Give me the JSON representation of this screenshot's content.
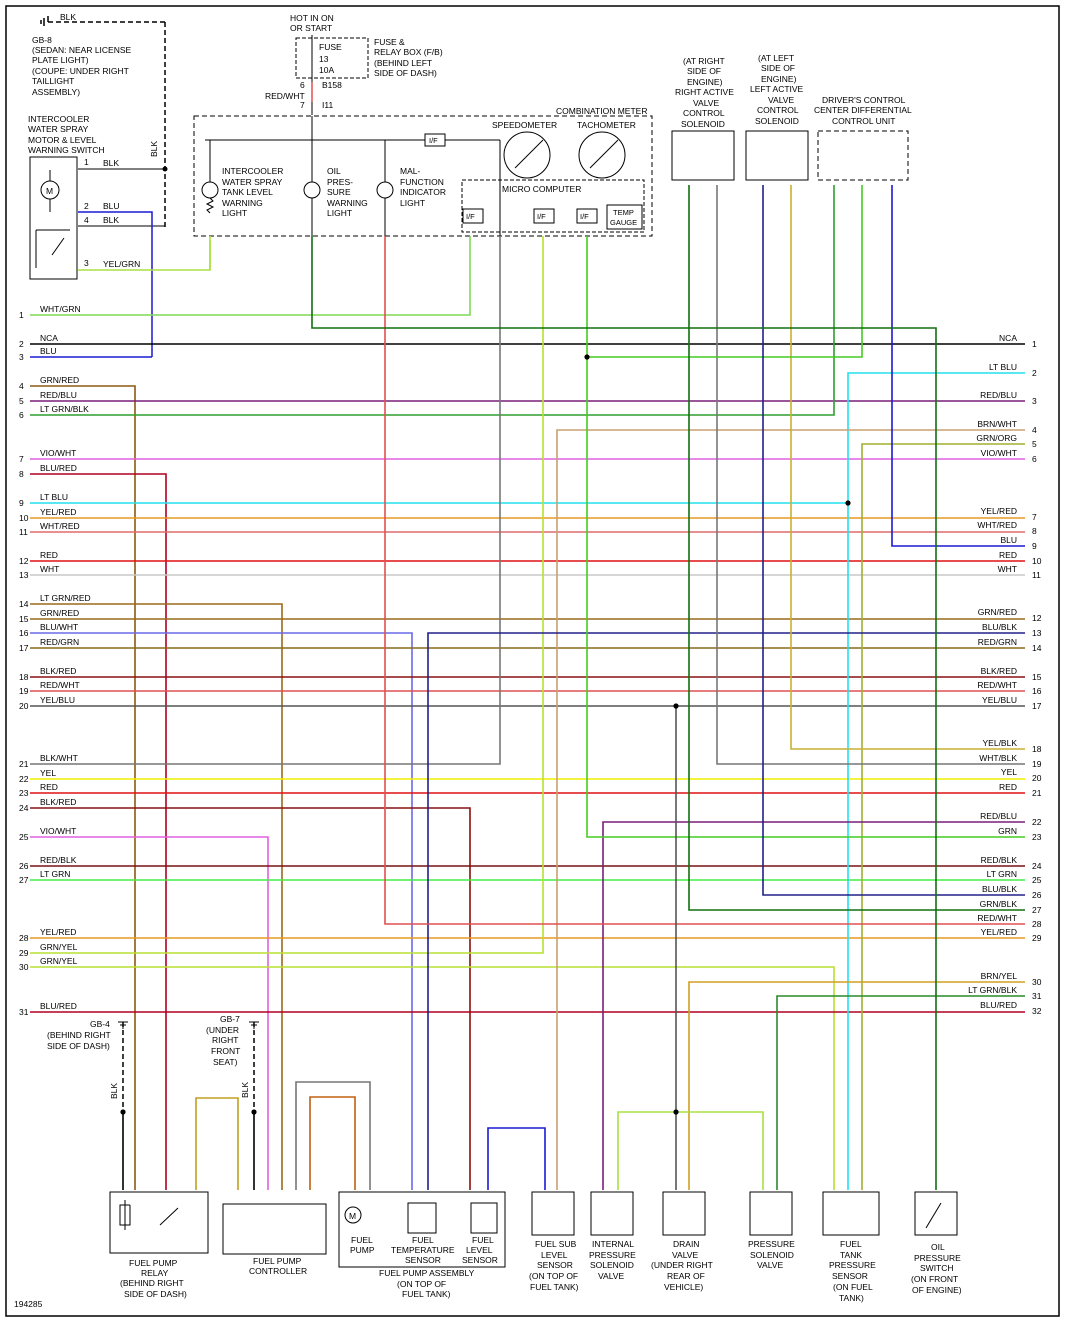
{
  "diagram_id": "194285",
  "colors": {
    "WHT/GRN": "#7ed957",
    "NCA": "#000000",
    "BLU": "#1a1ad6",
    "GRN/RED": "#8b5a12",
    "RED/BLU": "#7a1f7a",
    "LT GRN/BLK": "#2e9e2e",
    "VIO/WHT": "#e060e0",
    "BLU/RED": "#b00020",
    "LT BLU": "#22e0ee",
    "YEL/RED": "#e89a20",
    "WHT/RED": "#e06a6a",
    "RED": "#e01010",
    "WHT": "#c8c8c8",
    "GRN/RED2": "#9a6a1a",
    "BLU/WHT": "#6a6ae8",
    "RED/GRN": "#8a6a1a",
    "BLK/RED": "#8a1010",
    "RED/WHT": "#e05050",
    "YEL/BLU": "#555555",
    "BLK/WHT": "#777777",
    "YEL": "#f0f000",
    "RED/BLK": "#7a1010",
    "LT GRN": "#44ee44",
    "GRN/YEL": "#b8e030",
    "GRN": "#44cc22",
    "BRN/WHT": "#c8a070",
    "GRN/ORG": "#a0b030",
    "YEL/BLK": "#c8b030",
    "BLU/BLK": "#20208a",
    "GRN/BLK": "#107010",
    "BRN/YEL": "#d0a020",
    "LT GRN/BLK2": "#2a8a2a",
    "YEL/GRN": "#a8e040",
    "BLK/YEL": "#c0a020",
    "BLK/ORG": "#c06010",
    "GRN/WHT": "#6ab06a",
    "BLK": "#000000"
  },
  "top": {
    "blk_label": "BLK",
    "gb8": [
      "GB-8",
      "(SEDAN: NEAR LICENSE",
      "PLATE LIGHT)",
      "(COUPE: UNDER RIGHT",
      "TAILLIGHT",
      "ASSEMBLY)"
    ],
    "hot": [
      "HOT IN ON",
      "OR START"
    ],
    "fuse": [
      "FUSE",
      "13",
      "10A"
    ],
    "fuse_box": [
      "FUSE &",
      "RELAY BOX (F/B)",
      "(BEHIND LEFT",
      "SIDE OF DASH)"
    ],
    "b158": "B158",
    "pin6": "6",
    "pin7": "7",
    "red_wht": "RED/WHT",
    "i11": "I11",
    "intercooler_switch": [
      "INTERCOOLER",
      "WATER SPRAY",
      "MOTOR & LEVEL",
      "WARNING SWITCH"
    ],
    "combination_meter": "COMBINATION METER",
    "speedometer": "SPEEDOMETER",
    "tachometer": "TACHOMETER",
    "micro_computer": "MICRO COMPUTER",
    "temp_gauge": [
      "TEMP",
      "GAUGE"
    ],
    "if_label": "I/F",
    "intercooler_light": [
      "INTERCOOLER",
      "WATER SPRAY",
      "TANK LEVEL",
      "WARNING",
      "LIGHT"
    ],
    "oil_light": [
      "OIL",
      "PRES-",
      "SURE",
      "WARNING",
      "LIGHT"
    ],
    "mal_light": [
      "MAL-",
      "FUNCTION",
      "INDICATOR",
      "LIGHT"
    ],
    "right_solenoid": [
      "(AT RIGHT",
      "SIDE OF",
      "ENGINE)",
      "RIGHT ACTIVE",
      "VALVE",
      "CONTROL",
      "SOLENOID"
    ],
    "left_solenoid": [
      "(AT LEFT",
      "SIDE OF",
      "ENGINE)",
      "LEFT ACTIVE",
      "VALVE",
      "CONTROL",
      "SOLENOID"
    ],
    "diff_control": [
      "DRIVER'S CONTROL",
      "CENTER DIFFERENTIAL",
      "CONTROL UNIT"
    ]
  },
  "left_wires": [
    {
      "n": "1",
      "label": "WHT/GRN"
    },
    {
      "n": "2",
      "label": "NCA"
    },
    {
      "n": "3",
      "label": "BLU"
    },
    {
      "n": "4",
      "label": "GRN/RED"
    },
    {
      "n": "5",
      "label": "RED/BLU"
    },
    {
      "n": "6",
      "label": "LT GRN/BLK"
    },
    {
      "n": "7",
      "label": "VIO/WHT"
    },
    {
      "n": "8",
      "label": "BLU/RED"
    },
    {
      "n": "9",
      "label": "LT BLU"
    },
    {
      "n": "10",
      "label": "YEL/RED"
    },
    {
      "n": "11",
      "label": "WHT/RED"
    },
    {
      "n": "12",
      "label": "RED"
    },
    {
      "n": "13",
      "label": "WHT"
    },
    {
      "n": "14",
      "label": "LT GRN/RED"
    },
    {
      "n": "15",
      "label": "GRN/RED"
    },
    {
      "n": "16",
      "label": "BLU/WHT"
    },
    {
      "n": "17",
      "label": "RED/GRN"
    },
    {
      "n": "18",
      "label": "BLK/RED"
    },
    {
      "n": "19",
      "label": "RED/WHT"
    },
    {
      "n": "20",
      "label": "YEL/BLU"
    },
    {
      "n": "21",
      "label": "BLK/WHT"
    },
    {
      "n": "22",
      "label": "YEL"
    },
    {
      "n": "23",
      "label": "RED"
    },
    {
      "n": "24",
      "label": "BLK/RED"
    },
    {
      "n": "25",
      "label": "VIO/WHT"
    },
    {
      "n": "26",
      "label": "RED/BLK"
    },
    {
      "n": "27",
      "label": "LT GRN"
    },
    {
      "n": "28",
      "label": "YEL/RED"
    },
    {
      "n": "29",
      "label": "GRN/YEL"
    },
    {
      "n": "30",
      "label": "GRN/YEL"
    },
    {
      "n": "31",
      "label": "BLU/RED"
    }
  ],
  "right_wires": [
    {
      "n": "1",
      "label": "NCA"
    },
    {
      "n": "2",
      "label": "LT BLU"
    },
    {
      "n": "3",
      "label": "RED/BLU"
    },
    {
      "n": "4",
      "label": "BRN/WHT"
    },
    {
      "n": "5",
      "label": "GRN/ORG"
    },
    {
      "n": "6",
      "label": "VIO/WHT"
    },
    {
      "n": "7",
      "label": "YEL/RED"
    },
    {
      "n": "8",
      "label": "WHT/RED"
    },
    {
      "n": "9",
      "label": "BLU"
    },
    {
      "n": "10",
      "label": "RED"
    },
    {
      "n": "11",
      "label": "WHT"
    },
    {
      "n": "12",
      "label": "GRN/RED"
    },
    {
      "n": "13",
      "label": "BLU/BLK"
    },
    {
      "n": "14",
      "label": "RED/GRN"
    },
    {
      "n": "15",
      "label": "BLK/RED"
    },
    {
      "n": "16",
      "label": "RED/WHT"
    },
    {
      "n": "17",
      "label": "YEL/BLU"
    },
    {
      "n": "18",
      "label": "YEL/BLK"
    },
    {
      "n": "19",
      "label": "WHT/BLK"
    },
    {
      "n": "20",
      "label": "YEL"
    },
    {
      "n": "21",
      "label": "RED"
    },
    {
      "n": "22",
      "label": "RED/BLU"
    },
    {
      "n": "23",
      "label": "GRN"
    },
    {
      "n": "24",
      "label": "RED/BLK"
    },
    {
      "n": "25",
      "label": "LT GRN"
    },
    {
      "n": "26",
      "label": "BLU/BLK"
    },
    {
      "n": "27",
      "label": "GRN/BLK"
    },
    {
      "n": "28",
      "label": "RED/WHT"
    },
    {
      "n": "29",
      "label": "YEL/RED"
    },
    {
      "n": "30",
      "label": "BRN/YEL"
    },
    {
      "n": "31",
      "label": "LT GRN/BLK"
    },
    {
      "n": "32",
      "label": "BLU/RED"
    }
  ],
  "bottom": {
    "gb4": [
      "GB-4",
      "(BEHIND RIGHT",
      "SIDE OF DASH)"
    ],
    "gb7": [
      "GB-7",
      "(UNDER",
      "RIGHT",
      "FRONT",
      "SEAT)"
    ],
    "relay": [
      "FUEL PUMP",
      "RELAY",
      "(BEHIND RIGHT",
      "SIDE OF DASH)"
    ],
    "controller": [
      "FUEL PUMP",
      "CONTROLLER"
    ],
    "pump_assembly": [
      "FUEL PUMP ASSEMBLY",
      "(ON TOP OF",
      "FUEL TANK)"
    ],
    "fuel_pump": [
      "FUEL",
      "PUMP"
    ],
    "temp_sensor": [
      "FUEL",
      "TEMPERATURE",
      "SENSOR"
    ],
    "level_sensor": [
      "FUEL",
      "LEVEL",
      "SENSOR"
    ],
    "sub_level": [
      "FUEL SUB",
      "LEVEL",
      "SENSOR",
      "(ON TOP OF",
      "FUEL TANK)"
    ],
    "internal": [
      "INTERNAL",
      "PRESSURE",
      "SOLENOID",
      "VALVE"
    ],
    "drain": [
      "DRAIN",
      "VALVE",
      "(UNDER RIGHT",
      "REAR OF",
      "VEHICLE)"
    ],
    "pressure": [
      "PRESSURE",
      "SOLENOID",
      "VALVE"
    ],
    "tank_sensor": [
      "FUEL",
      "TANK",
      "PRESSURE",
      "SENSOR",
      "(ON FUEL",
      "TANK)"
    ],
    "oil_switch": [
      "OIL",
      "PRESSURE",
      "SWITCH",
      "(ON FRONT",
      "OF ENGINE)"
    ]
  }
}
